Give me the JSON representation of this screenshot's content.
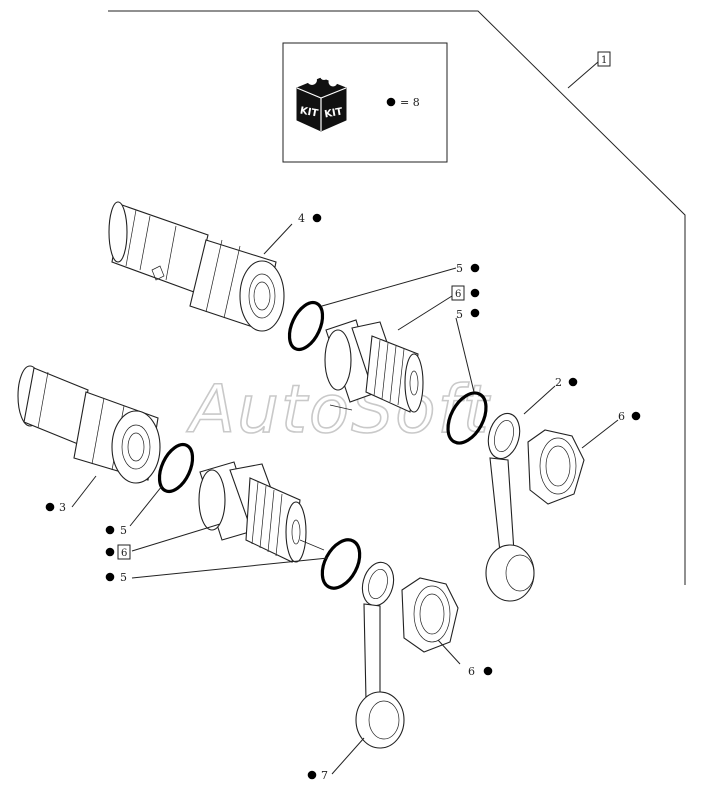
{
  "watermark": "AutoSoft",
  "kit_box": {
    "kit_label_left": "KIT",
    "kit_label_right": "KIT",
    "legend_text": "= 8"
  },
  "callouts": [
    {
      "id": "group",
      "label": "1",
      "boxed": true,
      "dot": false
    },
    {
      "id": "c4",
      "label": "4",
      "boxed": false,
      "dot": true
    },
    {
      "id": "c5a",
      "label": "5",
      "boxed": false,
      "dot": true
    },
    {
      "id": "c6a",
      "label": "6",
      "boxed": true,
      "dot": true
    },
    {
      "id": "c5b",
      "label": "5",
      "boxed": false,
      "dot": true
    },
    {
      "id": "c2",
      "label": "2",
      "boxed": false,
      "dot": true
    },
    {
      "id": "c6b",
      "label": "6",
      "boxed": false,
      "dot": true
    },
    {
      "id": "c3",
      "label": "3",
      "boxed": false,
      "dot": true
    },
    {
      "id": "c5c",
      "label": "5",
      "boxed": false,
      "dot": true
    },
    {
      "id": "c6c",
      "label": "6",
      "boxed": true,
      "dot": true
    },
    {
      "id": "c5d",
      "label": "5",
      "boxed": false,
      "dot": true
    },
    {
      "id": "c6d",
      "label": "6",
      "boxed": false,
      "dot": true
    },
    {
      "id": "c7",
      "label": "7",
      "boxed": false,
      "dot": true
    }
  ]
}
